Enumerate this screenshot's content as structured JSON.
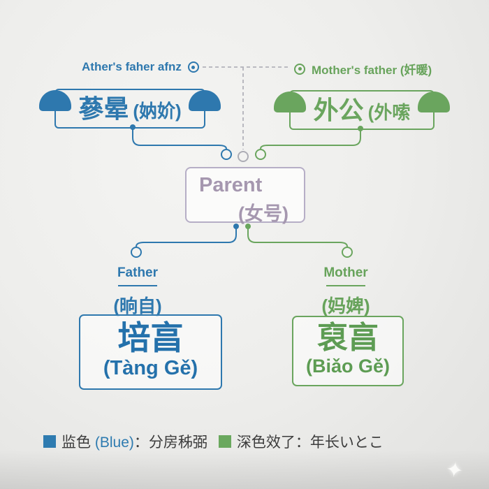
{
  "top_links": {
    "left_label": "Ather's faher afnz",
    "right_label": "Mother's father (奷暖)"
  },
  "grandparents": {
    "paternal": {
      "title": "蔘晕",
      "paren": "(妠妎)"
    },
    "maternal": {
      "title": "外公",
      "paren": "(外嗦"
    }
  },
  "parent_box": {
    "line1": "Parent",
    "line2": "(女号)"
  },
  "father": {
    "label": "Father",
    "sub": "(晌自)",
    "box_title": "培亯",
    "box_pinyin": "(Tàng Gě)"
  },
  "mother": {
    "label": "Mother",
    "sub": "(妈婢)",
    "box_title": "裒亯",
    "box_pinyin": "(Biǎo Gě)"
  },
  "legend": {
    "blue_pre": "监色 ",
    "blue_colored": "(Blue)",
    "blue_post": "：分房秭弼",
    "green_text": "深色效了：年长いとこ"
  },
  "icons": {
    "person": "person-silhouette",
    "bullseye": "target-ring-dot",
    "sparkle_glyph": "✦"
  },
  "colors": {
    "blue": "#2e78ae",
    "green": "#6aa55e",
    "lavender_border": "#b6aec6",
    "lavender_text": "#a597af",
    "dash_gray": "#b2b2ba",
    "legend_text": "#3c3c3c",
    "background": "#eeeeec"
  }
}
